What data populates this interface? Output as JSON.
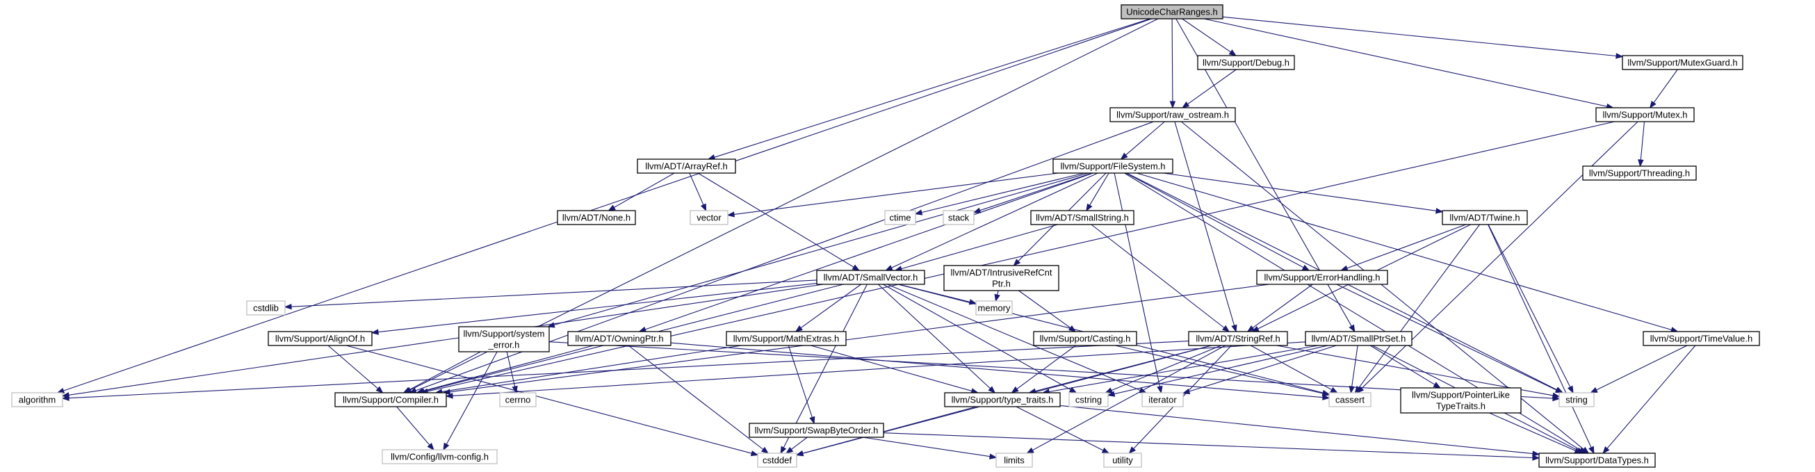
{
  "diagram": {
    "title": "",
    "nodes": [
      {
        "id": "root",
        "lines": [
          "UnicodeCharRanges.h"
        ],
        "kind": "root"
      },
      {
        "id": "debug",
        "lines": [
          "llvm/Support/Debug.h"
        ],
        "kind": "file"
      },
      {
        "id": "mutexguard",
        "lines": [
          "llvm/Support/MutexGuard.h"
        ],
        "kind": "file"
      },
      {
        "id": "rawostream",
        "lines": [
          "llvm/Support/raw_ostream.h"
        ],
        "kind": "file"
      },
      {
        "id": "mutex",
        "lines": [
          "llvm/Support/Mutex.h"
        ],
        "kind": "file"
      },
      {
        "id": "arrayref",
        "lines": [
          "llvm/ADT/ArrayRef.h"
        ],
        "kind": "file"
      },
      {
        "id": "filesystem",
        "lines": [
          "llvm/Support/FileSystem.h"
        ],
        "kind": "file"
      },
      {
        "id": "threading",
        "lines": [
          "llvm/Support/Threading.h"
        ],
        "kind": "file"
      },
      {
        "id": "none",
        "lines": [
          "llvm/ADT/None.h"
        ],
        "kind": "file"
      },
      {
        "id": "vector",
        "lines": [
          "vector"
        ],
        "kind": "ext"
      },
      {
        "id": "ctime",
        "lines": [
          "ctime"
        ],
        "kind": "ext"
      },
      {
        "id": "stack",
        "lines": [
          "stack"
        ],
        "kind": "ext"
      },
      {
        "id": "smallstring",
        "lines": [
          "llvm/ADT/SmallString.h"
        ],
        "kind": "file"
      },
      {
        "id": "twine",
        "lines": [
          "llvm/ADT/Twine.h"
        ],
        "kind": "file"
      },
      {
        "id": "smallvector",
        "lines": [
          "llvm/ADT/SmallVector.h"
        ],
        "kind": "file"
      },
      {
        "id": "intrusiveref",
        "lines": [
          "llvm/ADT/IntrusiveRefCnt",
          "Ptr.h"
        ],
        "kind": "file"
      },
      {
        "id": "errorhandling",
        "lines": [
          "llvm/Support/ErrorHandling.h"
        ],
        "kind": "file"
      },
      {
        "id": "cstdlib",
        "lines": [
          "cstdlib"
        ],
        "kind": "ext"
      },
      {
        "id": "alignof",
        "lines": [
          "llvm/Support/AlignOf.h"
        ],
        "kind": "file"
      },
      {
        "id": "systemerror",
        "lines": [
          "llvm/Support/system",
          "_error.h"
        ],
        "kind": "file"
      },
      {
        "id": "owningptr",
        "lines": [
          "llvm/ADT/OwningPtr.h"
        ],
        "kind": "file"
      },
      {
        "id": "mathextras",
        "lines": [
          "llvm/Support/MathExtras.h"
        ],
        "kind": "file"
      },
      {
        "id": "memory",
        "lines": [
          "memory"
        ],
        "kind": "ext"
      },
      {
        "id": "casting",
        "lines": [
          "llvm/Support/Casting.h"
        ],
        "kind": "file"
      },
      {
        "id": "stringref",
        "lines": [
          "llvm/ADT/StringRef.h"
        ],
        "kind": "file"
      },
      {
        "id": "smallptrset",
        "lines": [
          "llvm/ADT/SmallPtrSet.h"
        ],
        "kind": "file"
      },
      {
        "id": "timevalue",
        "lines": [
          "llvm/Support/TimeValue.h"
        ],
        "kind": "file"
      },
      {
        "id": "algorithm",
        "lines": [
          "algorithm"
        ],
        "kind": "ext"
      },
      {
        "id": "compiler",
        "lines": [
          "llvm/Support/Compiler.h"
        ],
        "kind": "file"
      },
      {
        "id": "cerrno",
        "lines": [
          "cerrno"
        ],
        "kind": "ext"
      },
      {
        "id": "swapbyteorder",
        "lines": [
          "llvm/Support/SwapByteOrder.h"
        ],
        "kind": "file"
      },
      {
        "id": "typetraits",
        "lines": [
          "llvm/Support/type_traits.h"
        ],
        "kind": "file"
      },
      {
        "id": "cstring",
        "lines": [
          "cstring"
        ],
        "kind": "ext"
      },
      {
        "id": "iterator",
        "lines": [
          "iterator"
        ],
        "kind": "ext"
      },
      {
        "id": "cassert",
        "lines": [
          "cassert"
        ],
        "kind": "ext"
      },
      {
        "id": "pointerlike",
        "lines": [
          "llvm/Support/PointerLike",
          "TypeTraits.h"
        ],
        "kind": "file"
      },
      {
        "id": "string",
        "lines": [
          "string"
        ],
        "kind": "ext"
      },
      {
        "id": "llvmconfig",
        "lines": [
          "llvm/Config/llvm-config.h"
        ],
        "kind": "ext"
      },
      {
        "id": "cstddef",
        "lines": [
          "cstddef"
        ],
        "kind": "ext"
      },
      {
        "id": "limits",
        "lines": [
          "limits"
        ],
        "kind": "ext"
      },
      {
        "id": "utility",
        "lines": [
          "utility"
        ],
        "kind": "ext"
      },
      {
        "id": "datatypes",
        "lines": [
          "llvm/Support/DataTypes.h"
        ],
        "kind": "file"
      }
    ],
    "edges": [
      [
        "root",
        "algorithm"
      ],
      [
        "root",
        "compiler"
      ],
      [
        "root",
        "arrayref"
      ],
      [
        "root",
        "rawostream"
      ],
      [
        "root",
        "debug"
      ],
      [
        "root",
        "mutexguard"
      ],
      [
        "root",
        "mutex"
      ],
      [
        "root",
        "smallptrset"
      ],
      [
        "debug",
        "rawostream"
      ],
      [
        "mutexguard",
        "mutex"
      ],
      [
        "rawostream",
        "compiler"
      ],
      [
        "rawostream",
        "filesystem"
      ],
      [
        "rawostream",
        "stringref"
      ],
      [
        "rawostream",
        "datatypes"
      ],
      [
        "mutex",
        "compiler"
      ],
      [
        "mutex",
        "threading"
      ],
      [
        "mutex",
        "cassert"
      ],
      [
        "arrayref",
        "none"
      ],
      [
        "arrayref",
        "smallvector"
      ],
      [
        "arrayref",
        "vector"
      ],
      [
        "filesystem",
        "vector"
      ],
      [
        "filesystem",
        "ctime"
      ],
      [
        "filesystem",
        "stack"
      ],
      [
        "filesystem",
        "smallstring"
      ],
      [
        "filesystem",
        "twine"
      ],
      [
        "filesystem",
        "intrusiveref"
      ],
      [
        "filesystem",
        "errorhandling"
      ],
      [
        "filesystem",
        "systemerror"
      ],
      [
        "filesystem",
        "owningptr"
      ],
      [
        "filesystem",
        "timevalue"
      ],
      [
        "filesystem",
        "iterator"
      ],
      [
        "filesystem",
        "string"
      ],
      [
        "filesystem",
        "datatypes"
      ],
      [
        "filesystem",
        "smallvector"
      ],
      [
        "smallstring",
        "smallvector"
      ],
      [
        "smallstring",
        "stringref"
      ],
      [
        "twine",
        "errorhandling"
      ],
      [
        "twine",
        "stringref"
      ],
      [
        "twine",
        "cassert"
      ],
      [
        "twine",
        "string"
      ],
      [
        "twine",
        "datatypes"
      ],
      [
        "intrusiveref",
        "memory"
      ],
      [
        "intrusiveref",
        "casting"
      ],
      [
        "errorhandling",
        "compiler"
      ],
      [
        "errorhandling",
        "stringref"
      ],
      [
        "errorhandling",
        "string"
      ],
      [
        "smallvector",
        "cstdlib"
      ],
      [
        "smallvector",
        "alignof"
      ],
      [
        "smallvector",
        "mathextras"
      ],
      [
        "smallvector",
        "memory"
      ],
      [
        "smallvector",
        "compiler"
      ],
      [
        "smallvector",
        "typetraits"
      ],
      [
        "smallvector",
        "cstddef"
      ],
      [
        "smallvector",
        "algorithm"
      ],
      [
        "smallvector",
        "cassert"
      ],
      [
        "smallvector",
        "iterator"
      ],
      [
        "smallvector",
        "cstring"
      ],
      [
        "alignof",
        "compiler"
      ],
      [
        "alignof",
        "cstddef"
      ],
      [
        "systemerror",
        "compiler"
      ],
      [
        "systemerror",
        "cerrno"
      ],
      [
        "systemerror",
        "llvmconfig"
      ],
      [
        "systemerror",
        "string"
      ],
      [
        "owningptr",
        "compiler"
      ],
      [
        "owningptr",
        "cstddef"
      ],
      [
        "owningptr",
        "cassert"
      ],
      [
        "mathextras",
        "compiler"
      ],
      [
        "mathextras",
        "swapbyteorder"
      ],
      [
        "mathextras",
        "typetraits"
      ],
      [
        "casting",
        "typetraits"
      ],
      [
        "casting",
        "cassert"
      ],
      [
        "stringref",
        "typetraits"
      ],
      [
        "stringref",
        "algorithm"
      ],
      [
        "stringref",
        "cstddef"
      ],
      [
        "stringref",
        "cstring"
      ],
      [
        "stringref",
        "limits"
      ],
      [
        "stringref",
        "string"
      ],
      [
        "stringref",
        "utility"
      ],
      [
        "stringref",
        "cassert"
      ],
      [
        "smallptrset",
        "compiler"
      ],
      [
        "smallptrset",
        "datatypes"
      ],
      [
        "smallptrset",
        "pointerlike"
      ],
      [
        "smallptrset",
        "cassert"
      ],
      [
        "smallptrset",
        "cstring"
      ],
      [
        "smallptrset",
        "iterator"
      ],
      [
        "smallptrset",
        "typetraits"
      ],
      [
        "timevalue",
        "datatypes"
      ],
      [
        "timevalue",
        "string"
      ],
      [
        "compiler",
        "llvmconfig"
      ],
      [
        "swapbyteorder",
        "cstddef"
      ],
      [
        "swapbyteorder",
        "limits"
      ],
      [
        "swapbyteorder",
        "datatypes"
      ],
      [
        "typetraits",
        "cstddef"
      ],
      [
        "typetraits",
        "utility"
      ],
      [
        "typetraits",
        "datatypes"
      ],
      [
        "pointerlike",
        "datatypes"
      ]
    ]
  }
}
